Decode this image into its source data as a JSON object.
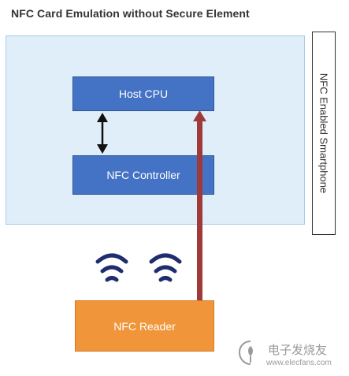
{
  "title": "NFC Card Emulation without Secure Element",
  "phone_label": "NFC Enabled Smartphone",
  "host_cpu_label": "Host CPU",
  "nfc_controller_label": "NFC Controller",
  "nfc_reader_label": "NFC Reader",
  "watermark": {
    "brand": "电子发烧友",
    "url": "www.elecfans.com"
  },
  "colors": {
    "phone_bg": "#dfeef9",
    "box_blue": "#4472c4",
    "reader_orange": "#f0953a",
    "arrow_red": "#a03a3a",
    "wave_navy": "#1f2c6e"
  },
  "icons": [
    "double-arrow-icon",
    "wireless-waves-icon",
    "up-arrow-icon",
    "elecfans-logo-icon"
  ]
}
